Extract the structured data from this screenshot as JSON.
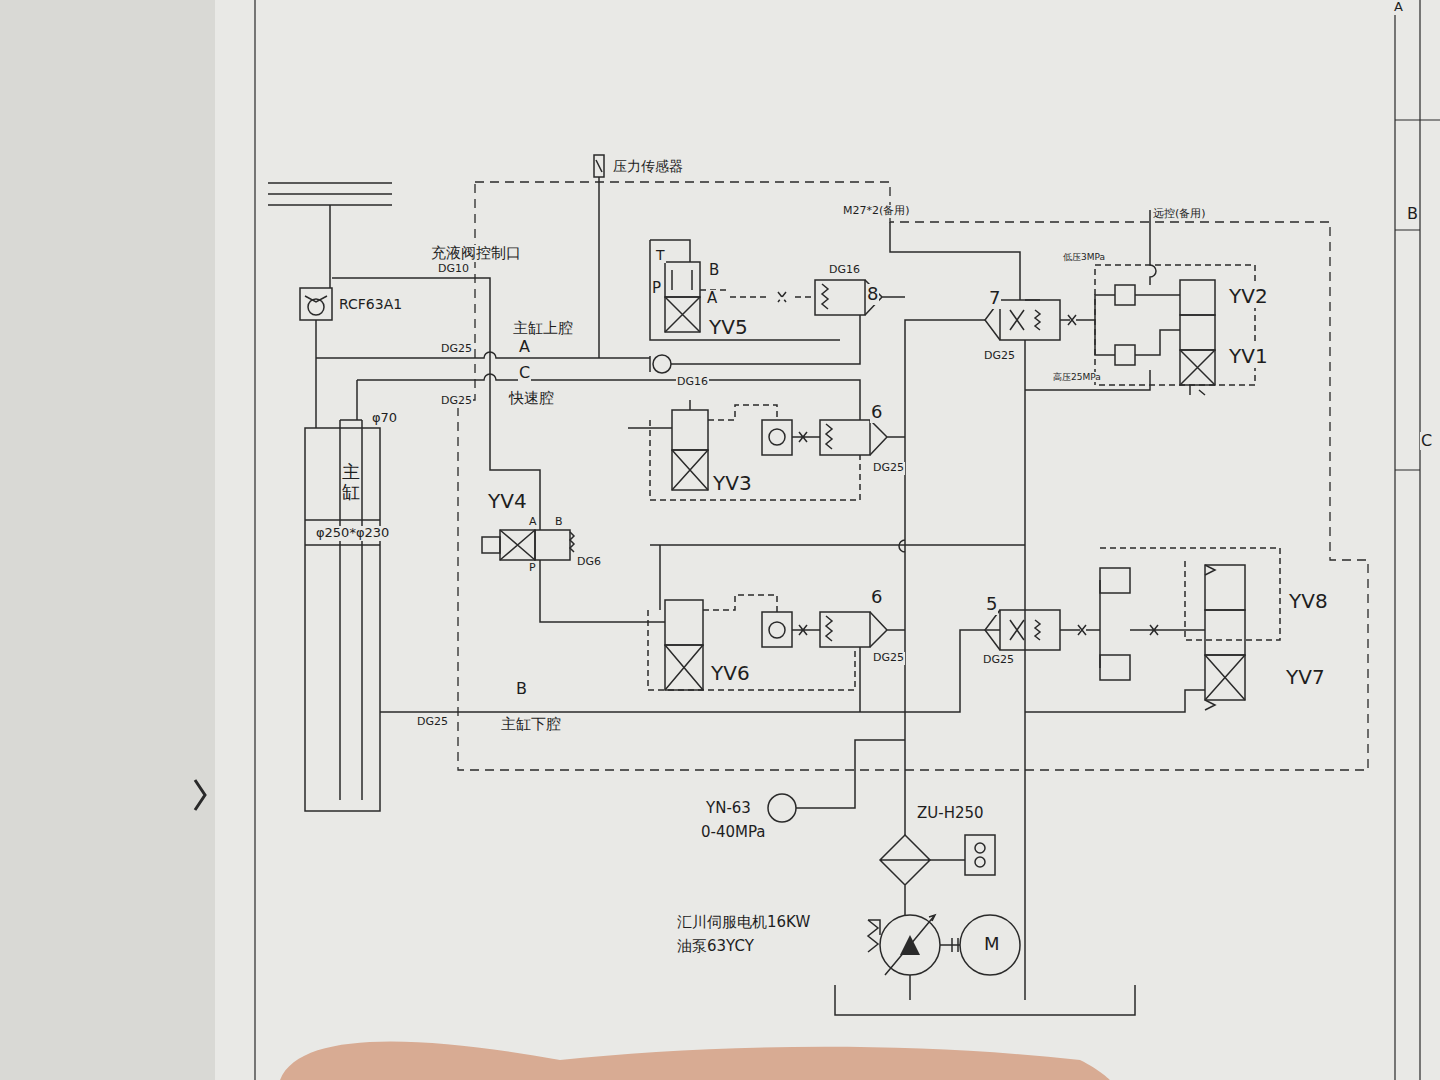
{
  "diagram": {
    "nodes": [
      {
        "text": [
          "主缸"
        ]
      }
    ],
    "labels": [
      "压力传感器",
      "M27*2(备用)",
      "远控(备用)",
      "A",
      "B",
      "C",
      "充液阀控制口",
      "DG10",
      "RCF63A1",
      "主缸上腔",
      "A",
      "DG25",
      "C",
      "快速腔",
      "DG25",
      "T",
      "B",
      "P",
      "A",
      "YV5",
      "DG16",
      "8",
      "DG16",
      "7",
      "DG25",
      "低压3MPa",
      "高压25MPa",
      "YV2",
      "YV1",
      "φ70",
      "6",
      "DG25",
      "YV3",
      "YV4",
      "A",
      "B",
      "P",
      "DG6",
      "φ250*φ230",
      "6",
      "DG25",
      "YV6",
      "5",
      "DG25",
      "YV8",
      "YV7",
      "B",
      "主缸下腔",
      "DG25",
      "YN-63",
      "0-40MPa",
      "ZU-H250",
      "汇川伺服电机16KW",
      "油泵63YCY",
      "M"
    ]
  }
}
